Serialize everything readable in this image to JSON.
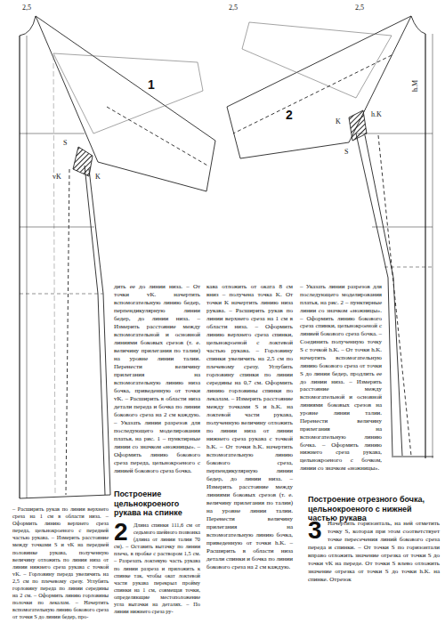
{
  "diagram": {
    "labels": [
      "2,5",
      "1",
      "S",
      "vK",
      "K",
      "2,5",
      "2,5",
      "2",
      "h.K",
      "K",
      "S",
      "h.M",
      "– Расширить рукав по линии верхнего среза на 1 см в области низа. – Оформить линию верхнего среза переда, цельнокроеного с передней частью рукава. – Измерить расстояние между точками S и vK на передней половинке рукава, полученную величину отложить по линии низа от линии нижнего среза рукава с точкой vK. – Горловину переда увеличить на 2,5 см по плечевому срезу. Углубить горловину переда по линии середины на 2 см. – Оформить линию горловины полочки по лекалам. – Начертить вспомогательную линию бокового среза от точки S до линии бедер, про-",
      "дить ее до линии низа. – От точки vK. начертить вспомогательную линию бедер, перпендикулярную линии бедер, до линии низа. – Измерить расстояние между вспомогательной и основной линиями боковых срезов (т. е. величину прилегания по талии) на уровне линии талии. Перенести величину прилегания на вспомогательную линию низа бочка, приведенную от точки vK. – Расширить в области низа детали переда и бочка по линии бокового среза на 2 см каждую. – Указать линии разрезов для последующего моделирования платья, на рис. 1 – пунктирные линии со значком «ножницы». – Оформить линию бокового среза переда, цельнокроеного с линией бокового среза бочка.",
      "Построение цельнокроеного рукава на спинке",
      "2",
      "Длина спинки 111,6 см от седьмого шейного позвонка (длина от линии талии 70 см). – Оставить вытачку по линии плеча, в пробке с раствором 1,5 см. – Разрезать локтевую часть рукава по линии разреза и приложить к спинке так, чтобы окат локтевой части рукава перекрыл пройму спинки на 1 см, совмещая точки, определяющие местоположение угла вытачки на деталях. – По линии нижнего среза ру-",
      "кава отложить от оката 8 см вниз – получена точка K. От точки K начертить линию низа рукава. – Расширить рукав по линии верхнего среза на 1 см в области низа. – Оформить линию верхнего среза спинки, цельнокроеной с локтевой частью рукава. – Горловину спинки увеличить на 2,5 см по плечевому срезу. Углубить горловину спинки по линии середины на 0,7 см. Оформить линию горловины спинки по лекалам. – Измерить расстояние между точками S и h.K. на локтевой части рукава, полученную величину отложить по линии низа от линии нижнего среза рукава с точкой h.K. – От точки h.K. начертить вспомогательную линию бокового среза, перпендикулярную линии бедер, до линии низа. – Измерить расстояние между линиями боковых срезов (т. е. величину прилегания по талии) на уровне линии талии. Перенести величину прилегания на вспомогательную линию бочка, приведенную от точки h.K. – Расширить в области низа детали спинки и бочка по линии бокового среза на 2 см каждую.",
      "– Указать линии разрезов для последующего моделирования платья, на рис. 2 – пунктирные линии со значком «ножницы». – Оформить линию бокового среза спинки, цельнокроеной с линией бокового среза бочка. – Соединить полученную точку S с точкой h.K. – От точки h.K. начертить вспомогательную линию бокового среза от точки S до линии бедер, продлить ее до линии низа. – Измерить расстояние между вспомогательной и основной линиями боковых срезов на уровне линии талии. Перенести величину прилегания на вспомогательную линию бочка. – Оформить линию нижнего среза рукава, цельнокроеного с бочком, линии со значком «ножницы».",
      "Построение отрезного бочка, цельнокроеного с нижней частью рукава",
      "3",
      "Начертить горизонталь, на ней отметить точку S, которая при этом соответствует точке пересечения линий бокового среза переда и спинки. – От точки S по горизонтали вправо отложить значение отрезка от точки S до точки vK на переде. От точки S влево отложить значение отрезка от точки S до точки h.K. на спинке. Отрезок"
    ]
  }
}
